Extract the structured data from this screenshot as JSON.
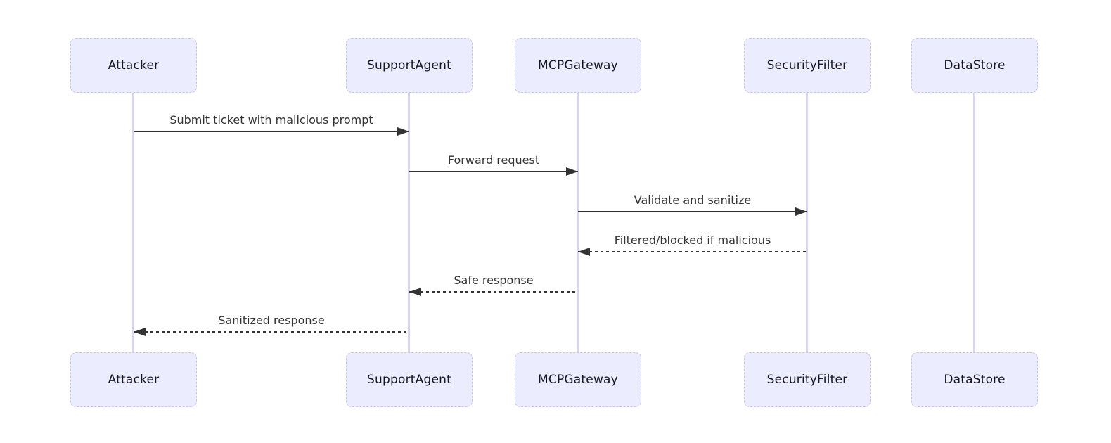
{
  "diagram": {
    "type": "sequence-diagram",
    "colors": {
      "background": "#ffffff",
      "actor_fill": "#ECECFF",
      "actor_border": "#C5C5EA",
      "lifeline": "#D9D5EF",
      "message_line": "#333333",
      "message_text": "#333333",
      "actor_text": "#15151F"
    },
    "actors": [
      {
        "name": "Attacker"
      },
      {
        "name": "SupportAgent"
      },
      {
        "name": "MCPGateway"
      },
      {
        "name": "SecurityFilter"
      },
      {
        "name": "DataStore"
      }
    ],
    "messages": [
      {
        "from": "Attacker",
        "to": "SupportAgent",
        "label": "Submit ticket with malicious prompt",
        "line": "solid",
        "direction": "right"
      },
      {
        "from": "SupportAgent",
        "to": "MCPGateway",
        "label": "Forward request",
        "line": "solid",
        "direction": "right"
      },
      {
        "from": "MCPGateway",
        "to": "SecurityFilter",
        "label": "Validate and sanitize",
        "line": "solid",
        "direction": "right"
      },
      {
        "from": "SecurityFilter",
        "to": "MCPGateway",
        "label": "Filtered/blocked if malicious",
        "line": "dashed",
        "direction": "left"
      },
      {
        "from": "MCPGateway",
        "to": "SupportAgent",
        "label": "Safe response",
        "line": "dashed",
        "direction": "left"
      },
      {
        "from": "SupportAgent",
        "to": "Attacker",
        "label": "Sanitized response",
        "line": "dashed",
        "direction": "left"
      }
    ]
  }
}
